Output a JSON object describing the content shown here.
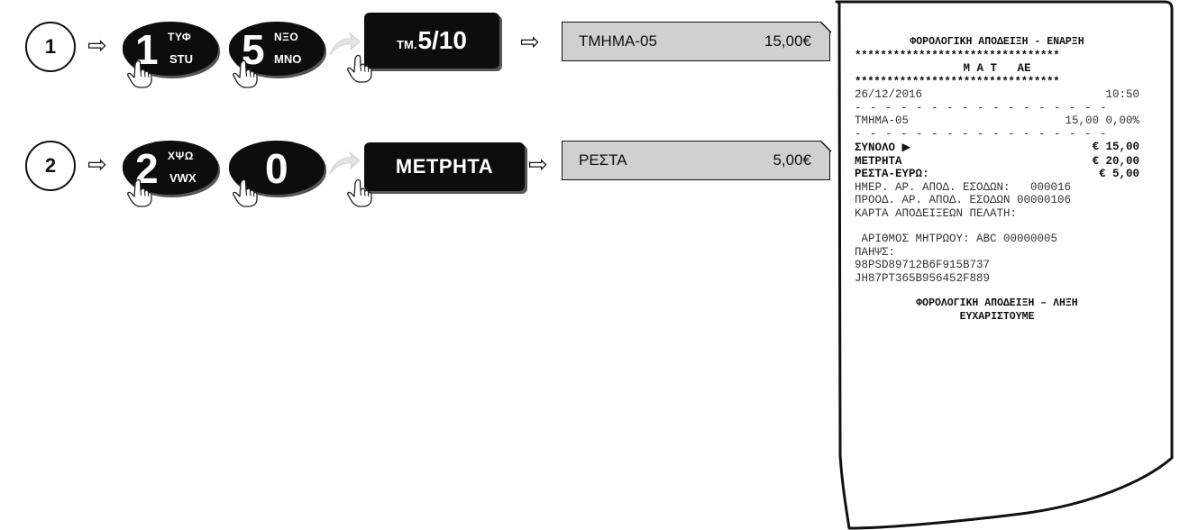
{
  "steps": [
    {
      "number": "1",
      "keys": [
        {
          "big": "1",
          "sup": "ΤΥΦ",
          "sub": "STU"
        },
        {
          "big": "5",
          "sup": "ΝΞΟ",
          "sub": "MNO"
        }
      ],
      "function_key": {
        "prefix": "ΤΜ.",
        "label": "5/10"
      },
      "display": {
        "label": "ΤΜΗΜΑ-05",
        "value": "15,00€"
      }
    },
    {
      "number": "2",
      "keys": [
        {
          "big": "2",
          "sup": "ΧΨΩ",
          "sub": "VWX"
        },
        {
          "big": "0",
          "sup": "",
          "sub": ""
        }
      ],
      "function_key": {
        "prefix": "",
        "label": "ΜΕΤΡΗΤΑ"
      },
      "display": {
        "label": "ΡΕΣΤΑ",
        "value": "5,00€"
      }
    }
  ],
  "arrow_glyph": "⇨",
  "receipt": {
    "header": "ΦΟΡΟΛΟΓΙΚΗ ΑΠΟΔΕΙΞΗ - ΕΝΑΡΞΗ",
    "stars": "********************************",
    "company": "Μ Α Τ   ΑΕ",
    "date": "26/12/2016",
    "time": "10:50",
    "dashes": "- - - - - - - - - - - - - - - - -",
    "item_label": "ΤΜΗΜΑ-05",
    "item_value": "15,00 0,00%",
    "total_label": "ΣΥΝΟΛΟ",
    "total_value": "€ 15,00",
    "cash_label": "ΜΕΤΡΗΤΑ",
    "cash_value": "€ 20,00",
    "change_label": "ΡΕΣΤΑ-ΕΥΡΩ:",
    "change_value": "€ 5,00",
    "daily_no": "ΗΜΕΡ. ΑΡ. ΑΠΟΔ. ΕΣΟΔΩΝ:   000016",
    "cumulative_no": "ΠΡΟΟΔ. ΑΡ. ΑΠΟΔ. ΕΣΟΔΩΝ 00000106",
    "card_line": "ΚΑΡΤΑ ΑΠΟΔΕΙΞΕΩΝ ΠΕΛΑΤΗ:",
    "registry": " ΑΡΙΘΜΟΣ ΜΗΤΡΩΟΥ: ABC 00000005",
    "signature_label": "ΠΑΗΨΣ:",
    "signature_1": "98PSD89712B6F915B737",
    "signature_2": "JH87PT365B956452F889",
    "footer": "ΦΟΡΟΛΟΓΙΚΗ ΑΠΟΔΕΙΞΗ – ΛΗΞΗ",
    "thanks": "ΕΥΧΑΡΙΣΤΟΥΜΕ"
  }
}
